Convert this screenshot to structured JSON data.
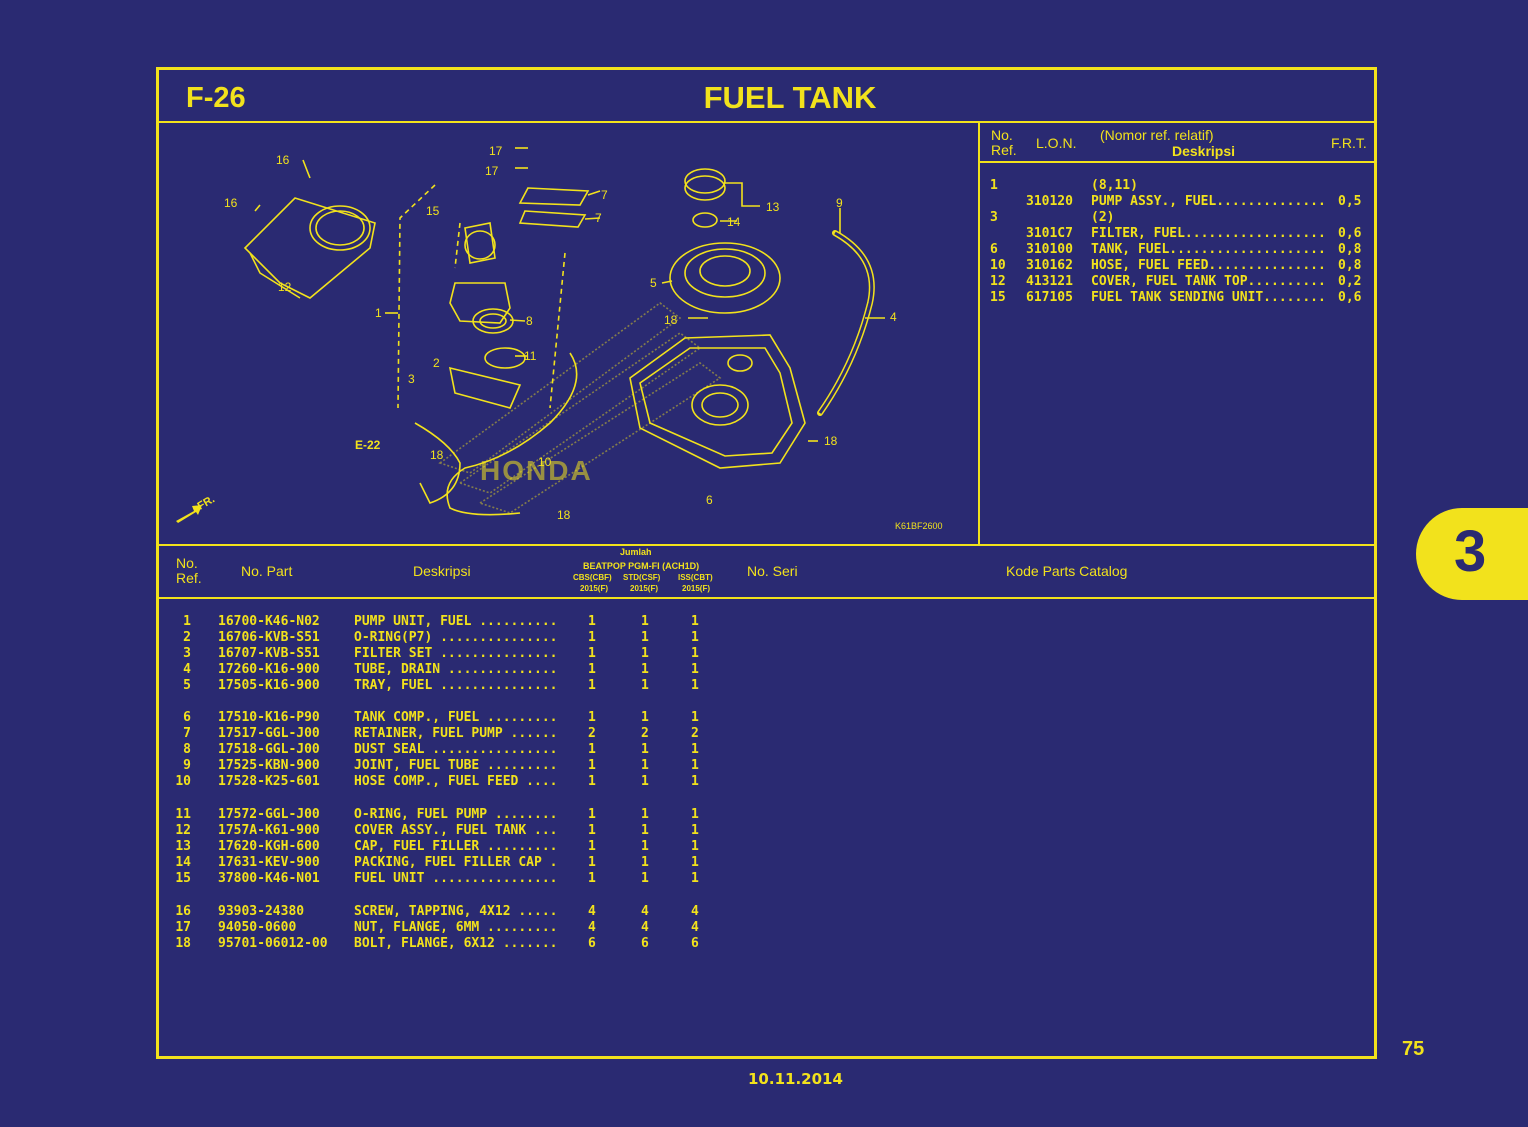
{
  "header": {
    "code": "F-26",
    "title": "FUEL TANK"
  },
  "lon_header": {
    "no_ref": [
      "No.",
      "Ref."
    ],
    "lon": "L.O.N.",
    "desc_top": "(Nomor ref. relatif)",
    "desc": "Deskripsi",
    "frt": "F.R.T."
  },
  "lon_rows": [
    {
      "ref": "1",
      "lon": "",
      "desc": "(8,11)",
      "frt": ""
    },
    {
      "ref": "",
      "lon": "310120",
      "desc": "PUMP ASSY., FUEL..............",
      "frt": "0,5"
    },
    {
      "ref": "3",
      "lon": "",
      "desc": "(2)",
      "frt": ""
    },
    {
      "ref": "",
      "lon": "3101C7",
      "desc": "FILTER, FUEL..................",
      "frt": "0,6"
    },
    {
      "ref": "6",
      "lon": "310100",
      "desc": "TANK, FUEL....................",
      "frt": "0,8"
    },
    {
      "ref": "10",
      "lon": "310162",
      "desc": "HOSE, FUEL FEED...............",
      "frt": "0,8"
    },
    {
      "ref": "12",
      "lon": "413121",
      "desc": "COVER, FUEL TANK TOP..........",
      "frt": "0,2"
    },
    {
      "ref": "15",
      "lon": "617105",
      "desc": "FUEL TANK SENDING UNIT........",
      "frt": "0,6"
    }
  ],
  "parts_header": {
    "no_ref": [
      "No.",
      "Ref."
    ],
    "part": "No. Part",
    "desc": "Deskripsi",
    "jumlah": "Jumlah",
    "model": "BEATPOP PGM-FI (ACH1D)",
    "sub": [
      "CBS(CBF)",
      "STD(CSF)",
      "ISS(CBT)"
    ],
    "year": [
      "2015(F)",
      "2015(F)",
      "2015(F)"
    ],
    "seri": "No. Seri",
    "catalog": "Kode Parts Catalog"
  },
  "parts": [
    {
      "ref": "1",
      "part": "16700-K46-N02",
      "desc": "PUMP UNIT, FUEL ..........",
      "q": [
        "1",
        "1",
        "1"
      ]
    },
    {
      "ref": "2",
      "part": "16706-KVB-S51",
      "desc": "O-RING(P7) ...............",
      "q": [
        "1",
        "1",
        "1"
      ]
    },
    {
      "ref": "3",
      "part": "16707-KVB-S51",
      "desc": "FILTER SET ...............",
      "q": [
        "1",
        "1",
        "1"
      ]
    },
    {
      "ref": "4",
      "part": "17260-K16-900",
      "desc": "TUBE, DRAIN ..............",
      "q": [
        "1",
        "1",
        "1"
      ]
    },
    {
      "ref": "5",
      "part": "17505-K16-900",
      "desc": "TRAY, FUEL ...............",
      "q": [
        "1",
        "1",
        "1"
      ]
    },
    {
      "ref": "6",
      "part": "17510-K16-P90",
      "desc": "TANK COMP., FUEL .........",
      "q": [
        "1",
        "1",
        "1"
      ]
    },
    {
      "ref": "7",
      "part": "17517-GGL-J00",
      "desc": "RETAINER, FUEL PUMP ......",
      "q": [
        "2",
        "2",
        "2"
      ]
    },
    {
      "ref": "8",
      "part": "17518-GGL-J00",
      "desc": "DUST SEAL ................",
      "q": [
        "1",
        "1",
        "1"
      ]
    },
    {
      "ref": "9",
      "part": "17525-KBN-900",
      "desc": "JOINT, FUEL TUBE .........",
      "q": [
        "1",
        "1",
        "1"
      ]
    },
    {
      "ref": "10",
      "part": "17528-K25-601",
      "desc": "HOSE COMP., FUEL FEED ....",
      "q": [
        "1",
        "1",
        "1"
      ]
    },
    {
      "ref": "11",
      "part": "17572-GGL-J00",
      "desc": "O-RING, FUEL PUMP ........",
      "q": [
        "1",
        "1",
        "1"
      ]
    },
    {
      "ref": "12",
      "part": "1757A-K61-900",
      "desc": "COVER ASSY., FUEL TANK ...",
      "q": [
        "1",
        "1",
        "1"
      ]
    },
    {
      "ref": "13",
      "part": "17620-KGH-600",
      "desc": "CAP, FUEL FILLER .........",
      "q": [
        "1",
        "1",
        "1"
      ]
    },
    {
      "ref": "14",
      "part": "17631-KEV-900",
      "desc": "PACKING, FUEL FILLER CAP .",
      "q": [
        "1",
        "1",
        "1"
      ]
    },
    {
      "ref": "15",
      "part": "37800-K46-N01",
      "desc": "FUEL UNIT ................",
      "q": [
        "1",
        "1",
        "1"
      ]
    },
    {
      "ref": "16",
      "part": "93903-24380",
      "desc": "SCREW, TAPPING, 4X12 .....",
      "q": [
        "4",
        "4",
        "4"
      ]
    },
    {
      "ref": "17",
      "part": "94050-0600",
      "desc": "NUT, FLANGE, 6MM .........",
      "q": [
        "4",
        "4",
        "4"
      ]
    },
    {
      "ref": "18",
      "part": "95701-06012-00",
      "desc": "BOLT, FLANGE, 6X12 .......",
      "q": [
        "6",
        "6",
        "6"
      ]
    }
  ],
  "diagram": {
    "labels": [
      "16",
      "16",
      "12",
      "17",
      "17",
      "7",
      "7",
      "15",
      "1",
      "8",
      "2",
      "3",
      "11",
      "13",
      "14",
      "5",
      "9",
      "4",
      "18",
      "18",
      "10",
      "18",
      "6",
      "18",
      "E-22"
    ],
    "fr": "FR.",
    "brand": "HONDA",
    "drawing_code": "K61BF2600"
  },
  "side_tab": "3",
  "page_number": "75",
  "date": "10.11.2014",
  "colors": {
    "background": "#2a2a72",
    "ink": "#f2e21c"
  }
}
